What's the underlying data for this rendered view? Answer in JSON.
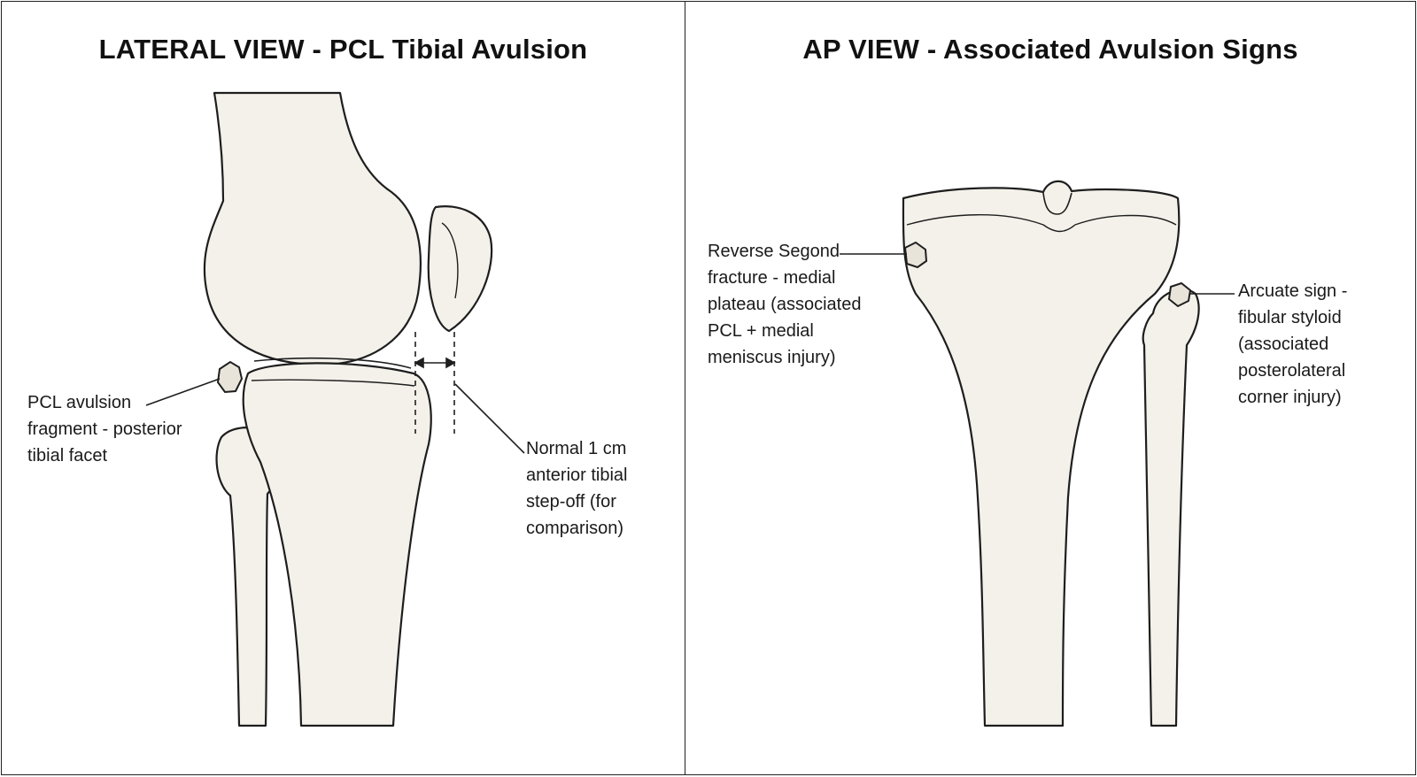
{
  "panels": {
    "lateral": {
      "title": "LATERAL VIEW - PCL Tibial Avulsion",
      "labels": {
        "pcl_fragment": "PCL avulsion\nfragment - posterior\ntibial facet",
        "step_off": "Normal 1 cm\nanterior tibial\nstep-off (for\ncomparison)"
      }
    },
    "ap": {
      "title": "AP VIEW - Associated Avulsion Signs",
      "labels": {
        "reverse_segond": "Reverse Segond\nfracture - medial\nplateau (associated\nPCL + medial\nmeniscus injury)",
        "arcuate": "Arcuate sign -\nfibular styloid\n(associated\nposterolateral\ncorner injury)"
      }
    }
  },
  "colors": {
    "bone_fill": "#f4f1ea",
    "bone_outline": "#1e1e1e",
    "fragment_fill": "#e8e4da",
    "leader_line": "#1e1e1e"
  }
}
